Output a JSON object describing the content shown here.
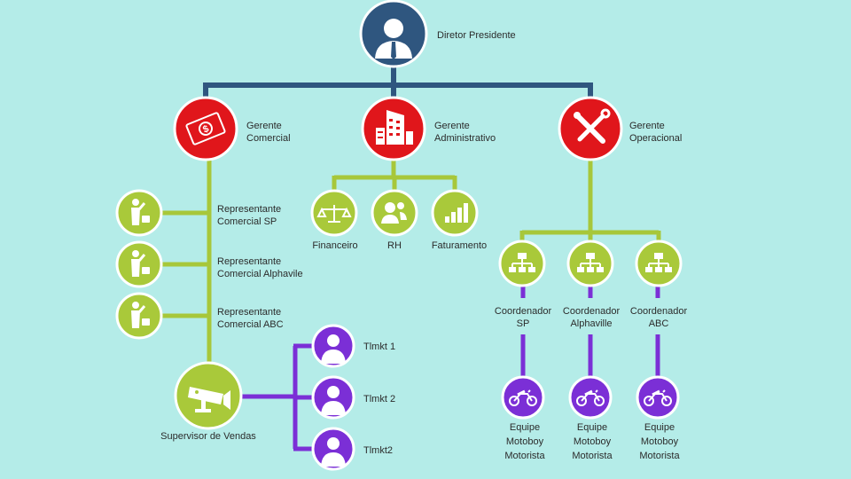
{
  "colors": {
    "background": "#b4ece8",
    "navy": "#2f567f",
    "red": "#e0161b",
    "green": "#a9c93a",
    "green_line": "#a7c73a",
    "purple": "#7b2fd6"
  },
  "director": {
    "label": "Diretor Presidente",
    "icon": "executive-person-icon"
  },
  "managers": [
    {
      "line1": "Gerente",
      "line2": "Comercial",
      "icon": "money-bill-icon"
    },
    {
      "line1": "Gerente",
      "line2": "Administrativo",
      "icon": "office-building-icon"
    },
    {
      "line1": "Gerente",
      "line2": "Operacional",
      "icon": "wrench-screwdriver-icon"
    }
  ],
  "representatives": [
    {
      "line1": "Representante",
      "line2": "Comercial SP",
      "icon": "salesperson-icon"
    },
    {
      "line1": "Representante",
      "line2": "Comercial Alphavile",
      "icon": "salesperson-icon"
    },
    {
      "line1": "Representante",
      "line2": "Comercial ABC",
      "icon": "salesperson-icon"
    }
  ],
  "admin_units": [
    {
      "label": "Financeiro",
      "icon": "scale-icon"
    },
    {
      "label": "RH",
      "icon": "people-icon"
    },
    {
      "label": "Faturamento",
      "icon": "bar-chart-icon"
    }
  ],
  "supervisor": {
    "label": "Supervisor de Vendas",
    "icon": "security-camera-icon"
  },
  "telemarketing": [
    {
      "label": "Tlmkt 1",
      "icon": "person-icon"
    },
    {
      "label": "Tlmkt 2",
      "icon": "person-icon"
    },
    {
      "label": "Tlmkt2",
      "icon": "person-icon"
    }
  ],
  "coordinators": [
    {
      "line1": "Coordenador",
      "line2": "SP",
      "icon": "org-chart-icon"
    },
    {
      "line1": "Coordenador",
      "line2": "Alphaville",
      "icon": "org-chart-icon"
    },
    {
      "line1": "Coordenador",
      "line2": "ABC",
      "icon": "org-chart-icon"
    }
  ],
  "teams": [
    {
      "line1": "Equipe",
      "line2": "Motoboy",
      "line3": "Motorista",
      "icon": "motorcycle-icon"
    },
    {
      "line1": "Equipe",
      "line2": "Motoboy",
      "line3": "Motorista",
      "icon": "motorcycle-icon"
    },
    {
      "line1": "Equipe",
      "line2": "Motoboy",
      "line3": "Motorista",
      "icon": "motorcycle-icon"
    }
  ]
}
